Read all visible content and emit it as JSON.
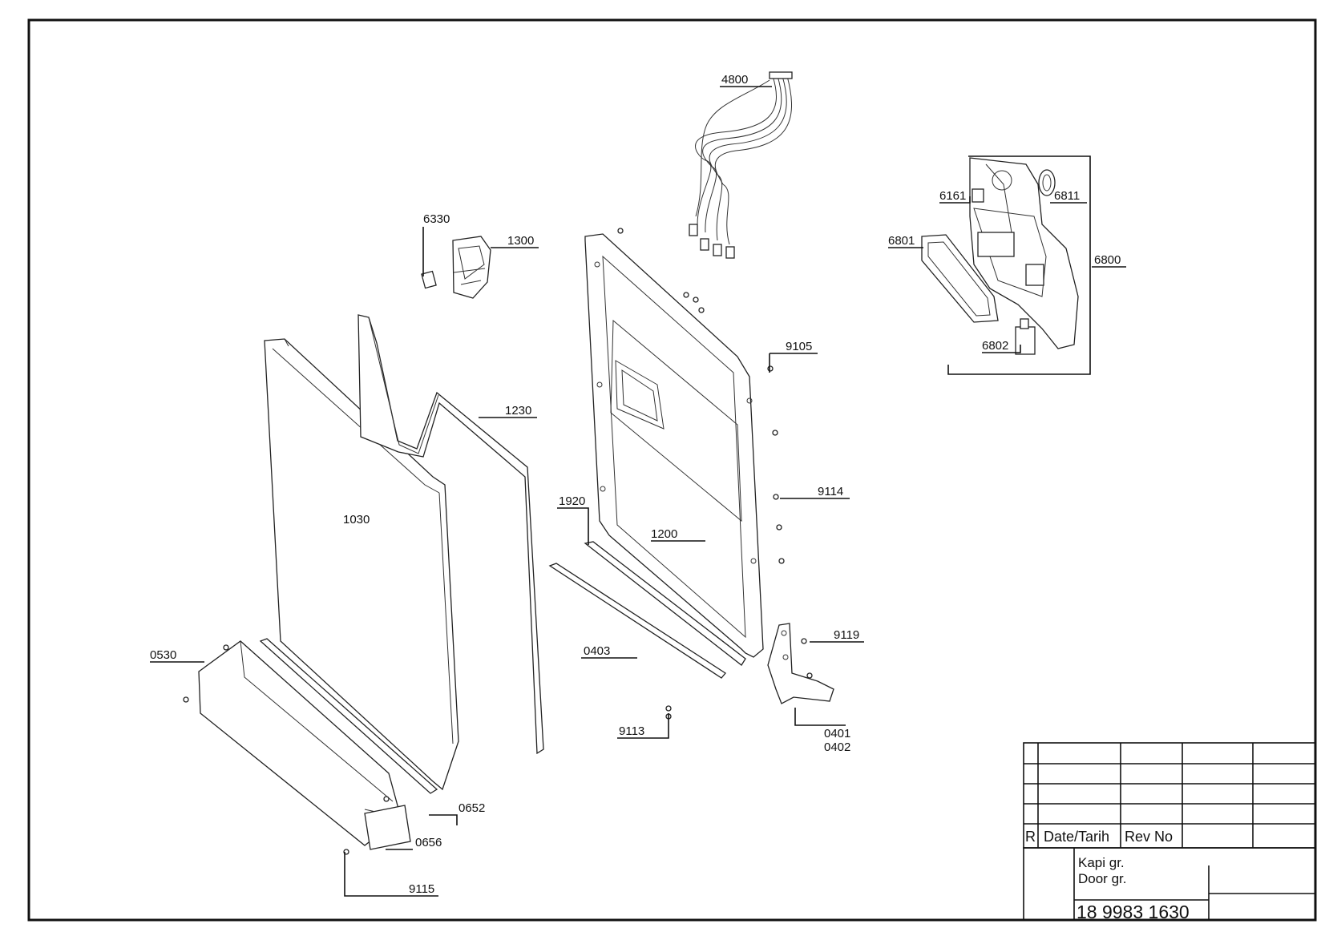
{
  "diagram": {
    "parts": {
      "p4800": "4800",
      "p6330": "6330",
      "p1300": "1300",
      "p6161": "6161",
      "p6811": "6811",
      "p6801": "6801",
      "p6800": "6800",
      "p6802": "6802",
      "p9105": "9105",
      "p1230": "1230",
      "p1030": "1030",
      "p1920": "1920",
      "p1200": "1200",
      "p9114": "9114",
      "p9119": "9119",
      "p0530": "0530",
      "p0403": "0403",
      "p9113": "9113",
      "p0401": "0401",
      "p0402": "0402",
      "p0652": "0652",
      "p0656": "0656",
      "p9115": "9115"
    }
  },
  "title_block": {
    "rev_letter": "R",
    "date_header": "Date/Tarih",
    "rev_header": "Rev No",
    "name_line1": "Kapi gr.",
    "name_line2": "Door gr.",
    "drawing_number": "18 9983 1630"
  }
}
